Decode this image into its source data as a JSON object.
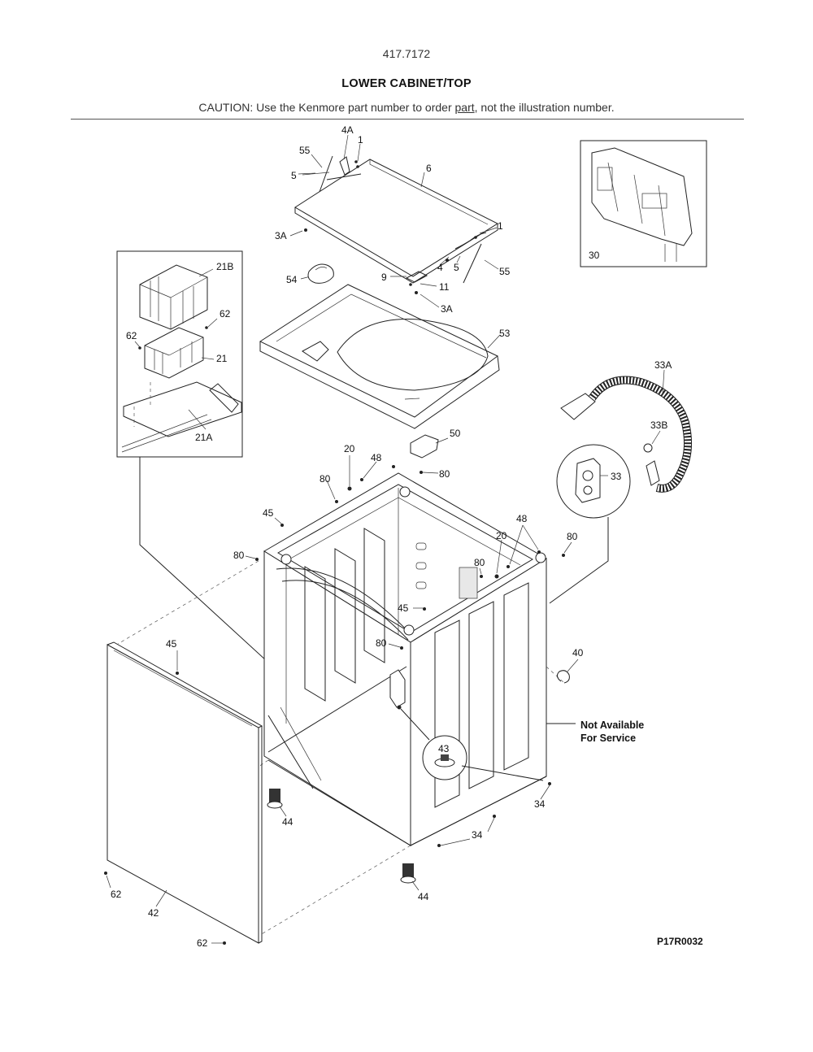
{
  "header": {
    "model_number": "417.7172",
    "title": "LOWER CABINET/TOP",
    "caution_prefix": "CAUTION: Use the Kenmore part number to order ",
    "caution_link": "part",
    "caution_suffix": ", not the illustration number."
  },
  "diagram_code": "P17R0032",
  "note": {
    "line1": "Not Available",
    "line2": "For Service"
  },
  "part_labels": {
    "p4A": "4A",
    "p1_top": "1",
    "p55_top": "55",
    "p5_top": "5",
    "p6": "6",
    "p3A_left": "3A",
    "p1_right": "1",
    "p4": "4",
    "p5_right": "5",
    "p55_right": "55",
    "p9": "9",
    "p11": "11",
    "p3A_right": "3A",
    "p54": "54",
    "p53": "53",
    "p30": "30",
    "p21B": "21B",
    "p62_a": "62",
    "p62_b": "62",
    "p21": "21",
    "p21A": "21A",
    "p33A": "33A",
    "p33B": "33B",
    "p33": "33",
    "p50": "50",
    "p20_top": "20",
    "p48_top": "48",
    "p80_top": "80",
    "p80_left_top": "80",
    "p45_top": "45",
    "p80_left": "80",
    "p48_right": "48",
    "p20_right": "20",
    "p80_right": "80",
    "p80_mid": "80",
    "p45_mid": "45",
    "p80_lower": "80",
    "p45_panel": "45",
    "p40": "40",
    "p43": "43",
    "p44_left": "44",
    "p44_bottom": "44",
    "p34_right": "34",
    "p34_bottom": "34",
    "p62_left": "62",
    "p42": "42",
    "p62_bottom": "62"
  }
}
